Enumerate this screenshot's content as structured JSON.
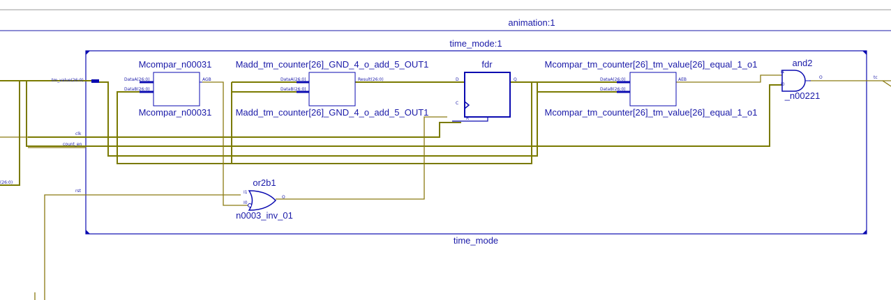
{
  "outer_instance": "animation:1",
  "module": {
    "instance_label": "time_mode:1",
    "name_label": "time_mode"
  },
  "blocks": {
    "mcompar1": {
      "top": "Mcompar_n00031",
      "bottom": "Mcompar_n00031",
      "pin_a": "DataA(26:0)",
      "pin_b": "DataB(26:0)",
      "pin_out": "AGB"
    },
    "madd": {
      "top": "Madd_tm_counter[26]_GND_4_o_add_5_OUT1",
      "bottom": "Madd_tm_counter[26]_GND_4_o_add_5_OUT1",
      "pin_a": "DataA(26:0)",
      "pin_b": "DataB(26:0)",
      "pin_out": "Result(26:0)"
    },
    "fdr": {
      "top": "fdr",
      "pin_d": "D",
      "pin_c": "C",
      "pin_r": "R",
      "pin_q": "Q"
    },
    "mcompar2": {
      "top": "Mcompar_tm_counter[26]_tm_value[26]_equal_1_o1",
      "bottom": "Mcompar_tm_counter[26]_tm_value[26]_equal_1_o1",
      "pin_a": "DataA(26:0)",
      "pin_b": "DataB(26:0)",
      "pin_out": "AEB"
    },
    "and2": {
      "top": "and2",
      "bottom": "_n00221",
      "pin_i1": "I1",
      "pin_i0": "I0",
      "pin_o": "O"
    },
    "or2b1": {
      "top": "or2b1",
      "bottom": "n0003_inv_01",
      "pin_i1": "I1",
      "pin_i0": "I0",
      "pin_o": "O"
    }
  },
  "ports": {
    "tm_value": "tm_value(26:0)",
    "clk": "clk",
    "count_en": "count_en",
    "rst": "rst",
    "out": "tc",
    "left_bus": "(26:0)"
  }
}
